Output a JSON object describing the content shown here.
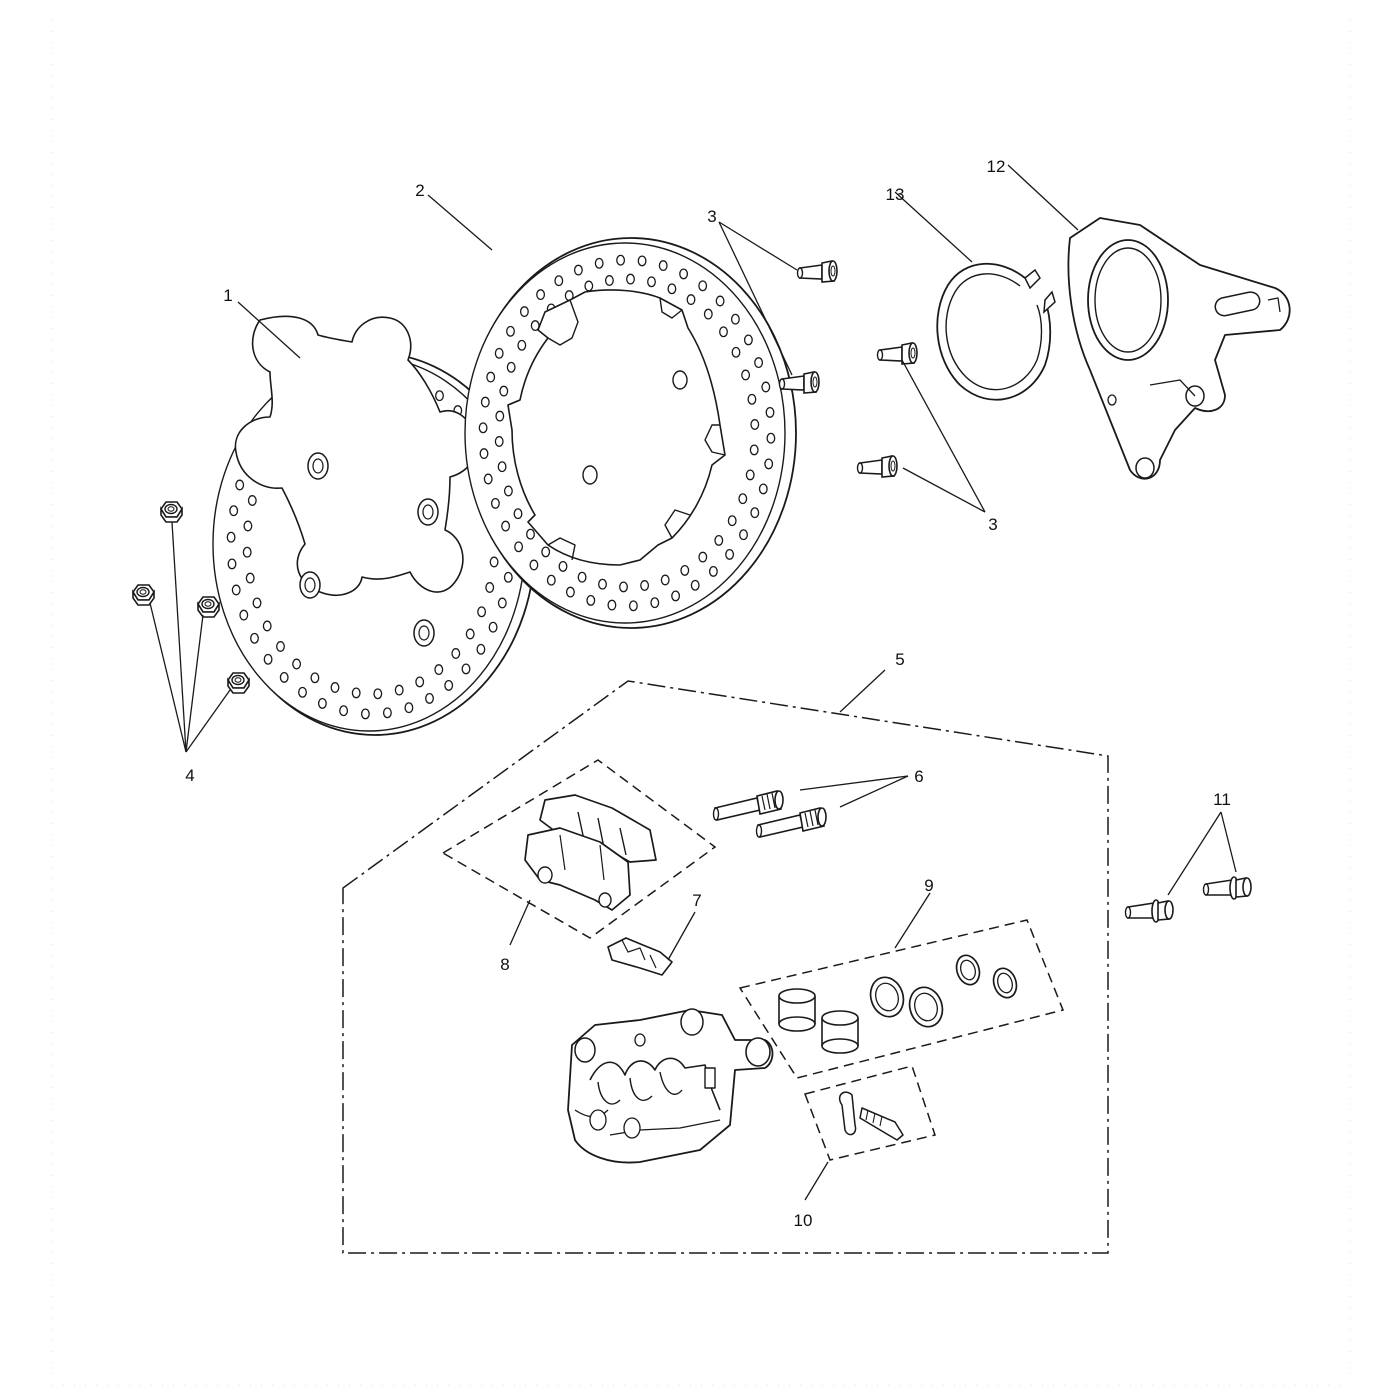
{
  "colors": {
    "line": "#1a1a1a",
    "background": "#ffffff",
    "part_fill": "#ffffff"
  },
  "callouts": {
    "c1": "1",
    "c2": "2",
    "c3": "3",
    "c4": "4",
    "c5": "5",
    "c6": "6",
    "c7": "7",
    "c8": "8",
    "c9": "9",
    "c10": "10",
    "c11": "11",
    "c12": "12",
    "c13": "13"
  }
}
